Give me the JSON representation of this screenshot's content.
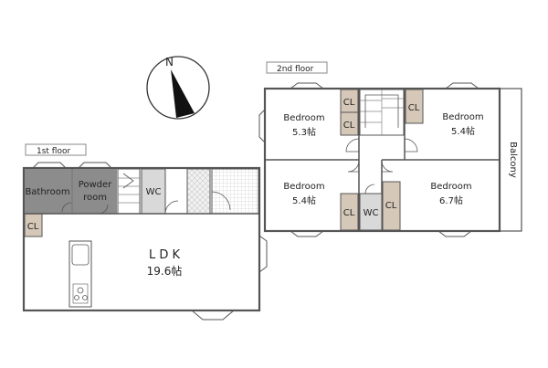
{
  "compass": {
    "north_label": "N"
  },
  "floor1": {
    "title": "1st floor",
    "bathroom": "Bathroom",
    "powder_line1": "Powder",
    "powder_line2": "room",
    "wc": "WC",
    "cl": "CL",
    "ldk_name": "L D K",
    "ldk_size": "19.6帖"
  },
  "floor2": {
    "title": "2nd floor",
    "bedroom_nw_name": "Bedroom",
    "bedroom_nw_size": "5.3帖",
    "bedroom_ne_name": "Bedroom",
    "bedroom_ne_size": "5.4帖",
    "bedroom_sw_name": "Bedroom",
    "bedroom_sw_size": "5.4帖",
    "bedroom_se_name": "Bedroom",
    "bedroom_se_size": "6.7帖",
    "balcony": "Balcony",
    "wc": "WC",
    "cl": "CL"
  },
  "colors": {
    "wall": "#555555",
    "gray_room": "#8c8c8c",
    "closet": "#d6c8b8",
    "light_gray": "#d9d9d9"
  }
}
